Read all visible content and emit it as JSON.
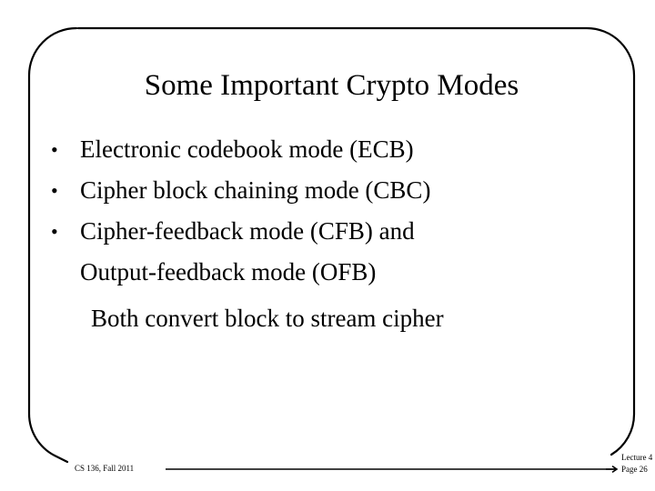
{
  "slide": {
    "title": "Some Important Crypto Modes",
    "background_color": "#ffffff",
    "text_color": "#000000",
    "bullet_glyph": "•",
    "bullets": [
      {
        "text": "Electronic codebook mode (ECB)",
        "continuation": null
      },
      {
        "text": "Cipher block chaining mode (CBC)",
        "continuation": null
      },
      {
        "text": "Cipher-feedback mode (CFB) and",
        "continuation": "Output-feedback mode (OFB)"
      }
    ],
    "note_line": "Both convert block to stream cipher"
  },
  "footer": {
    "course": "CS 136, Fall 2011",
    "lecture": "Lecture 4",
    "page": "Page 26"
  }
}
